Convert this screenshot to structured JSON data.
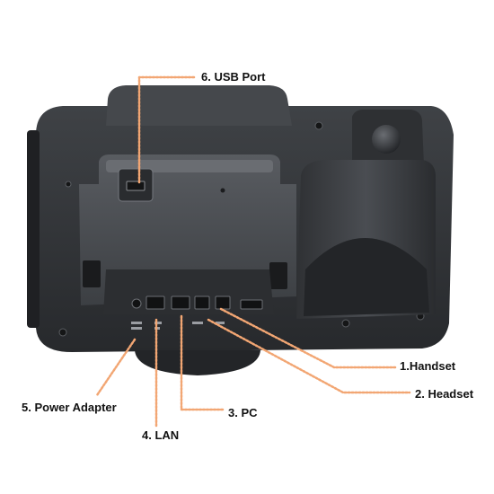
{
  "callouts": {
    "usb_port": "6. USB Port",
    "handset": "1.Handset",
    "headset": "2. Headset",
    "power_adapter": "5. Power Adapter",
    "pc": "3. PC",
    "lan": "4. LAN"
  },
  "colors": {
    "leader_line": "#f2a673",
    "body_dark": "#2b2d30",
    "body_mid": "#3a3c40",
    "body_light": "#55585d",
    "background": "#ffffff"
  }
}
